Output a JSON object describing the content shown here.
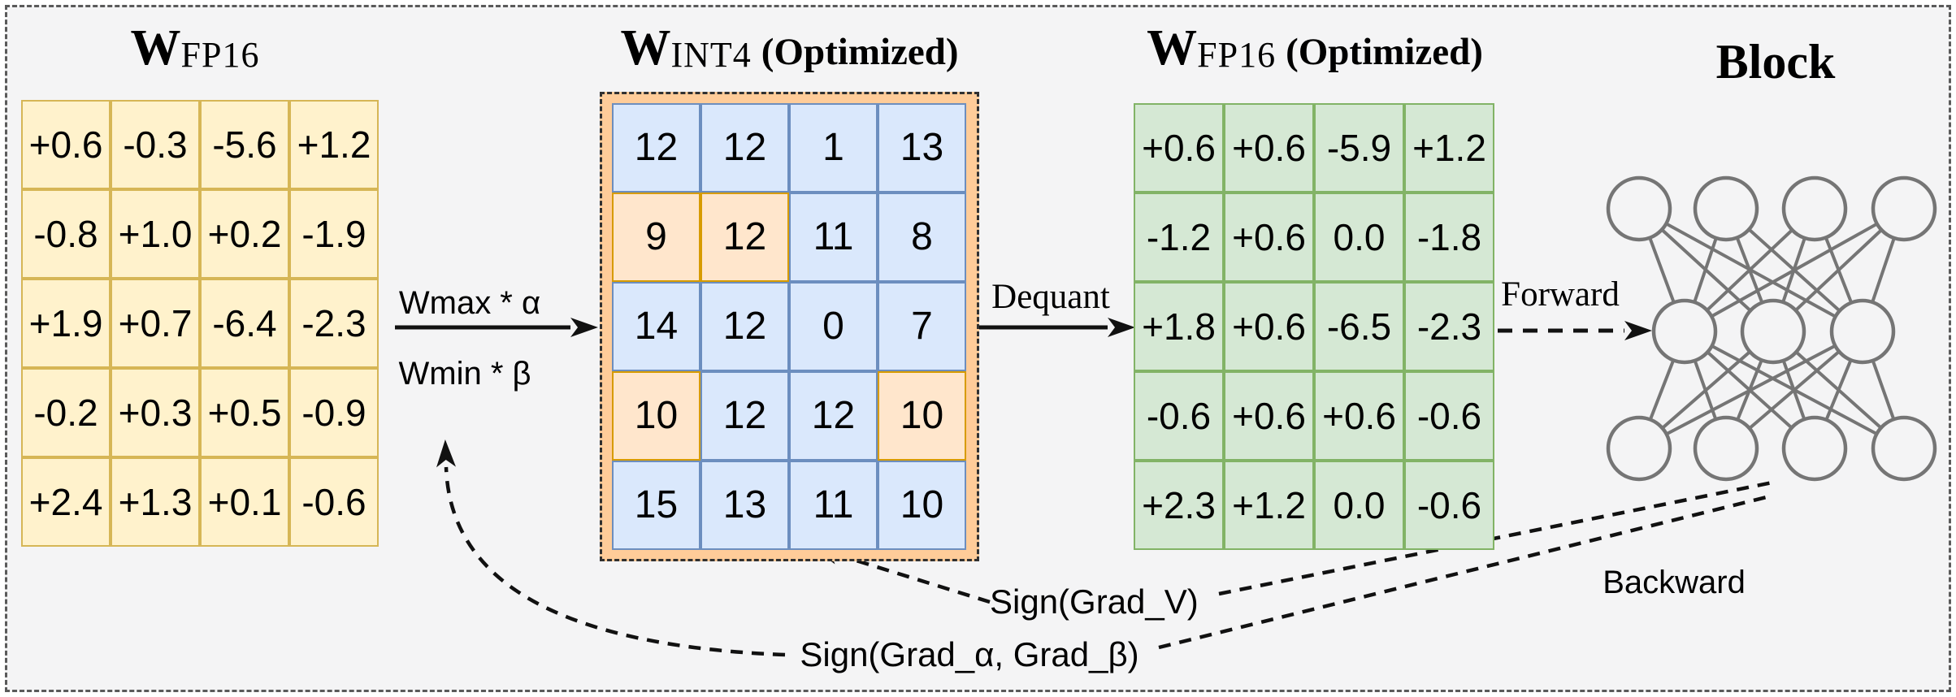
{
  "titles": {
    "fp16": {
      "main": "W",
      "sub": "FP16",
      "suffix": ""
    },
    "int4": {
      "main": "W",
      "sub": "INT4",
      "suffix": "(Optimized)"
    },
    "fp16_opt": {
      "main": "W",
      "sub": "FP16",
      "suffix": "(Optimized)"
    },
    "block": "Block"
  },
  "labels": {
    "scale_top": "Wmax * α",
    "scale_bottom": "Wmin * β",
    "dequant": "Dequant",
    "forward": "Forward",
    "backward": "Backward",
    "grad_v": "Sign(Grad_V)",
    "grad_ab": "Sign(Grad_α, Grad_β)"
  },
  "matrices": {
    "fp16": {
      "rows": [
        [
          "+0.6",
          "-0.3",
          "-5.6",
          "+1.2"
        ],
        [
          "-0.8",
          "+1.0",
          "+0.2",
          "-1.9"
        ],
        [
          "+1.9",
          "+0.7",
          "-6.4",
          "-2.3"
        ],
        [
          "-0.2",
          "+0.3",
          "+0.5",
          "-0.9"
        ],
        [
          "+2.4",
          "+1.3",
          "+0.1",
          "-0.6"
        ]
      ]
    },
    "int4": {
      "rows": [
        [
          "12",
          "12",
          "1",
          "13"
        ],
        [
          "9",
          "12",
          "11",
          "8"
        ],
        [
          "14",
          "12",
          "0",
          "7"
        ],
        [
          "10",
          "12",
          "12",
          "10"
        ],
        [
          "15",
          "13",
          "11",
          "10"
        ]
      ],
      "highlighted_cells": [
        [
          1,
          0
        ],
        [
          1,
          1
        ],
        [
          3,
          0
        ],
        [
          3,
          3
        ]
      ]
    },
    "fp16_opt": {
      "rows": [
        [
          "+0.6",
          "+0.6",
          "-5.9",
          "+1.2"
        ],
        [
          "-1.2",
          "+0.6",
          "0.0",
          "-1.8"
        ],
        [
          "+1.8",
          "+0.6",
          "-6.5",
          "-2.3"
        ],
        [
          "-0.6",
          "+0.6",
          "+0.6",
          "-0.6"
        ],
        [
          "+2.3",
          "+1.2",
          "0.0",
          "-0.6"
        ]
      ]
    }
  },
  "network": {
    "top_nodes": 4,
    "middle_nodes": 3,
    "bottom_nodes": 4
  },
  "colors": {
    "background": "#F4F4F5",
    "frame_border": "#5A5A5A",
    "yellow_fill": "#FFF2CC",
    "yellow_stroke": "#D6B656",
    "blue_fill": "#DAE8FC",
    "blue_stroke": "#6C8EBF",
    "orange_fill": "#FFE6CC",
    "orange_stroke": "#D79B00",
    "container_fill": "#FFCC99",
    "container_stroke": "#303030",
    "green_fill": "#D5E8D4",
    "green_stroke": "#82B366",
    "arrow_color": "#111111",
    "network_color": "#757575",
    "text_color": "#000000"
  }
}
